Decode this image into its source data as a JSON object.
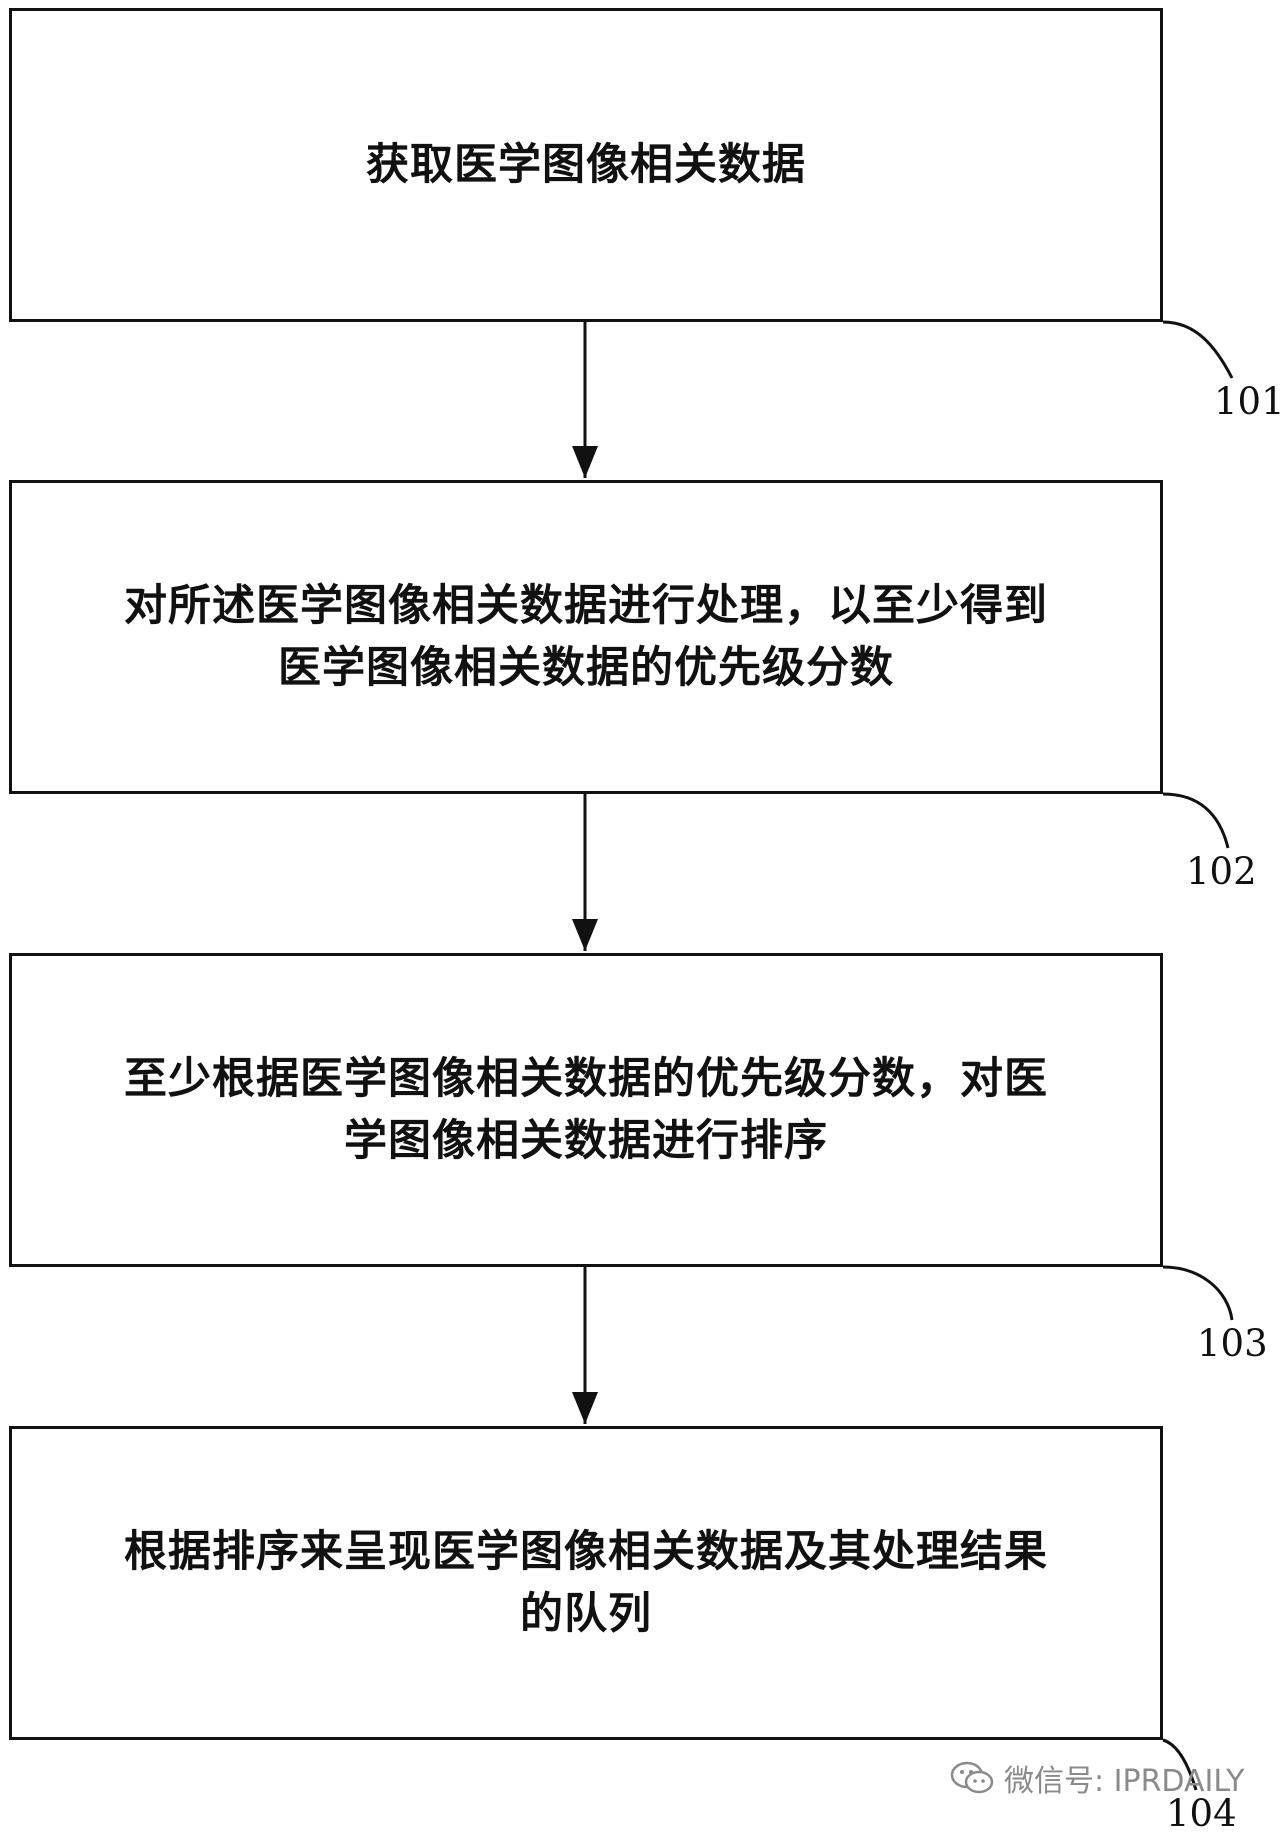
{
  "steps": [
    {
      "text": "获取医学图像相关数据",
      "ref": "101"
    },
    {
      "text": "对所述医学图像相关数据进行处理，以至少得到\n医学图像相关数据的优先级分数",
      "ref": "102"
    },
    {
      "text": "至少根据医学图像相关数据的优先级分数，对医\n学图像相关数据进行排序",
      "ref": "103"
    },
    {
      "text": "根据排序来呈现医学图像相关数据及其处理结果\n的队列",
      "ref": "104"
    }
  ],
  "watermark": {
    "text": "微信号: IPRDAILY",
    "icon": "wechat-icon"
  },
  "colors": {
    "line": "#111111",
    "watermark": "#8a8a8a"
  }
}
